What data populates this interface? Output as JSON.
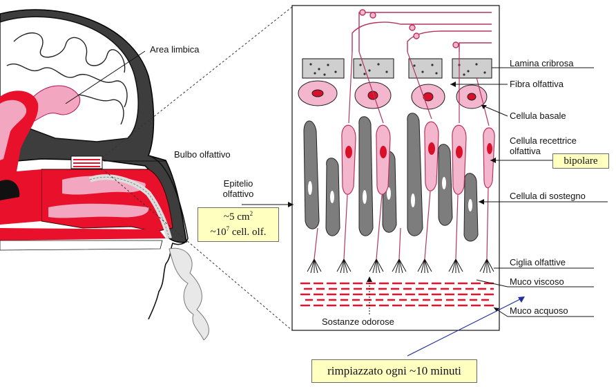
{
  "labels": {
    "area_limbica": "Area limbica",
    "bulbo_olfattivo": "Bulbo olfattivo",
    "epitelio_line1": "Epitelio",
    "epitelio_line2": "olfattivo",
    "lamina_cribrosa": "Lamina cribrosa",
    "fibra_olfattiva": "Fibra olfattiva",
    "cellula_basale": "Cellula basale",
    "cellula_recettrice_line1": "Cellula recettrice",
    "cellula_recettrice_line2": "olfattiva",
    "cellula_sostegno": "Cellula di sostegno",
    "ciglia_olfattive": "Ciglia olfattive",
    "muco_viscoso": "Muco viscoso",
    "muco_acquoso": "Muco acquoso",
    "sostanze_odorose": "Sostanze odorose"
  },
  "notes": {
    "bipolare": "bipolare",
    "area_value": "~5 cm",
    "area_exp": "2",
    "cells_prefix": "~10",
    "cells_exp": "7",
    "cells_suffix": " cell. olf.",
    "rimpiazzato": "rimpiazzato ogni ~10 minuti"
  },
  "colors": {
    "tissue_red": "#e8102a",
    "tissue_pink": "#f2a6c0",
    "receptor_pink": "#f4b6cc",
    "support_gray": "#7d7d7d",
    "nucleus_red": "#d8102a",
    "note_yellow": "#ffffc0"
  }
}
